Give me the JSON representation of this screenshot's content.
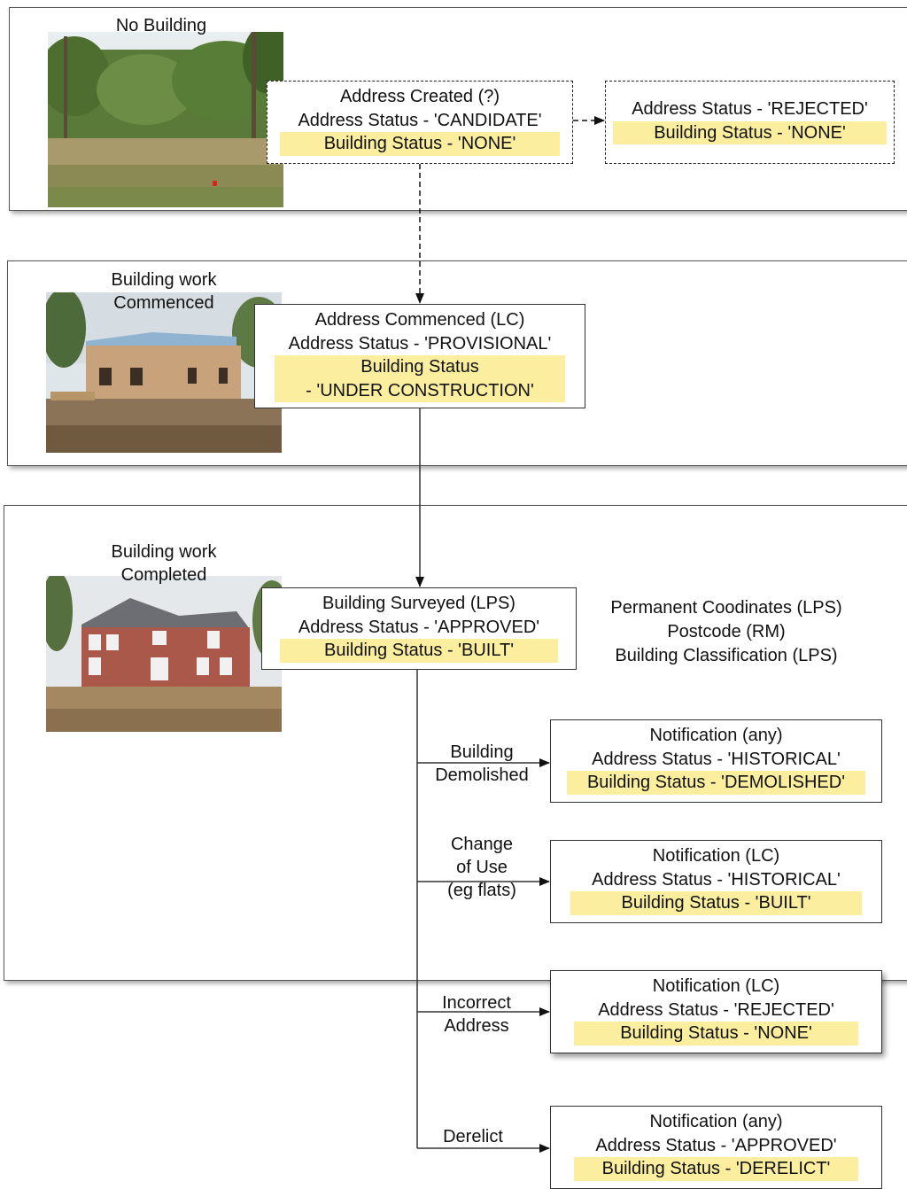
{
  "stages": {
    "s1": {
      "caption": "No Building"
    },
    "s2": {
      "caption_line1": "Building work",
      "caption_line2": "Commenced"
    },
    "s3": {
      "caption_line1": "Building work",
      "caption_line2": "Completed"
    }
  },
  "boxes": {
    "candidate": {
      "line1": "Address Created (?)",
      "line2": "Address Status - 'CANDIDATE'",
      "line3": "Building Status - 'NONE'"
    },
    "rejected_initial": {
      "line1": "Address Status - 'REJECTED'",
      "line2": "Building Status - 'NONE'"
    },
    "provisional": {
      "line1": "Address Commenced (LC)",
      "line2": "Address Status - 'PROVISIONAL'",
      "line3": "Building Status",
      "line4": "- 'UNDER CONSTRUCTION'"
    },
    "approved": {
      "line1": "Building Surveyed (LPS)",
      "line2": "Address Status - 'APPROVED'",
      "line3": "Building Status - 'BUILT'"
    },
    "demolished": {
      "line1": "Notification  (any)",
      "line2": "Address Status - 'HISTORICAL'",
      "line3": "Building Status - 'DEMOLISHED'"
    },
    "change_use": {
      "line1": "Notification (LC)",
      "line2": "Address Status - 'HISTORICAL'",
      "line3": "Building Status - 'BUILT'"
    },
    "incorrect": {
      "line1": "Notification (LC)",
      "line2": "Address Status - 'REJECTED'",
      "line3": "Building Status - 'NONE'"
    },
    "derelict": {
      "line1": "Notification (any)",
      "line2": "Address Status - 'APPROVED'",
      "line3": "Building Status - 'DERELICT'"
    }
  },
  "side_note": {
    "line1": "Permanent Coodinates (LPS)",
    "line2": "Postcode (RM)",
    "line3": "Building Classification (LPS)"
  },
  "edge_labels": {
    "demolished": {
      "line1": "Building",
      "line2": "Demolished"
    },
    "change_use": {
      "line1": "Change",
      "line2": "of Use",
      "line3": "(eg flats)"
    },
    "incorrect": {
      "line1": "Incorrect",
      "line2": "Address"
    },
    "derelict": {
      "line1": "Derelict"
    }
  },
  "colors": {
    "highlight": "#fbee9e",
    "line": "#333333",
    "frame_border": "#555555"
  }
}
